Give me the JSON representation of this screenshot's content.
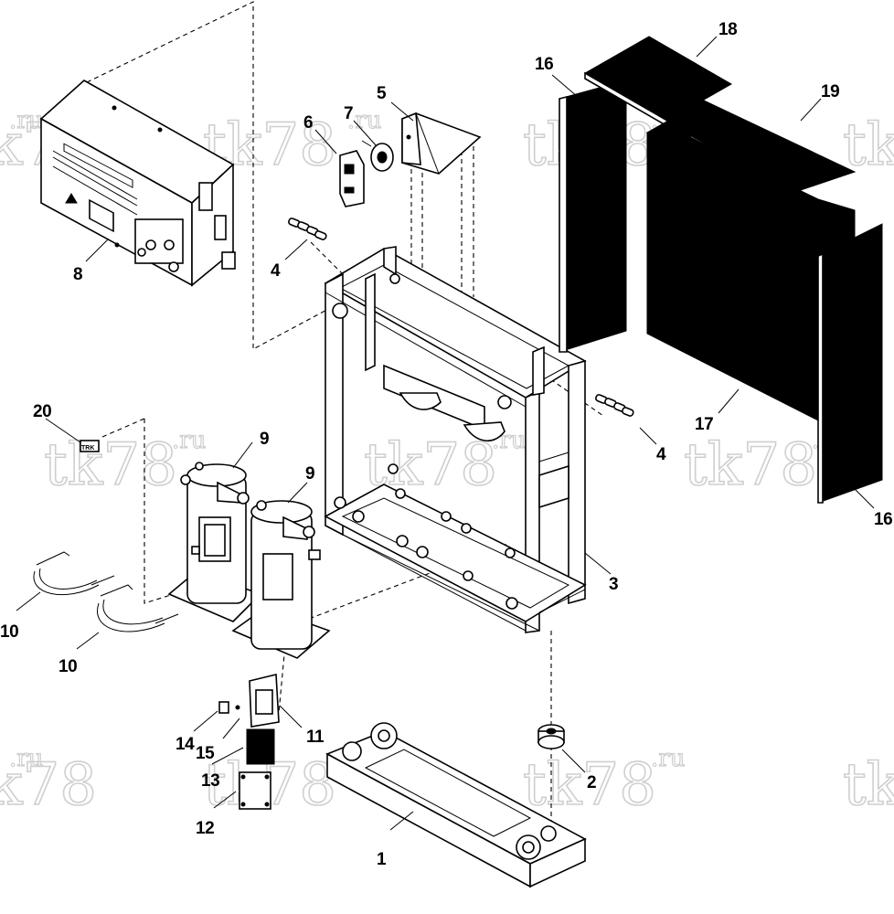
{
  "watermark": {
    "main": "tk78",
    "suffix": ".ru"
  },
  "callouts": [
    "1",
    "2",
    "3",
    "4",
    "4",
    "5",
    "6",
    "7",
    "8",
    "9",
    "9",
    "10",
    "10",
    "11",
    "12",
    "13",
    "14",
    "15",
    "16",
    "16",
    "17",
    "18",
    "19",
    "20"
  ],
  "parts": {
    "control_box_label": "8",
    "marking_label": "20",
    "marking_text": "TRK"
  },
  "colors": {
    "line": "#000000",
    "panel_fill": "#000000",
    "watermark": "#cfcfcf",
    "background": "#ffffff"
  }
}
